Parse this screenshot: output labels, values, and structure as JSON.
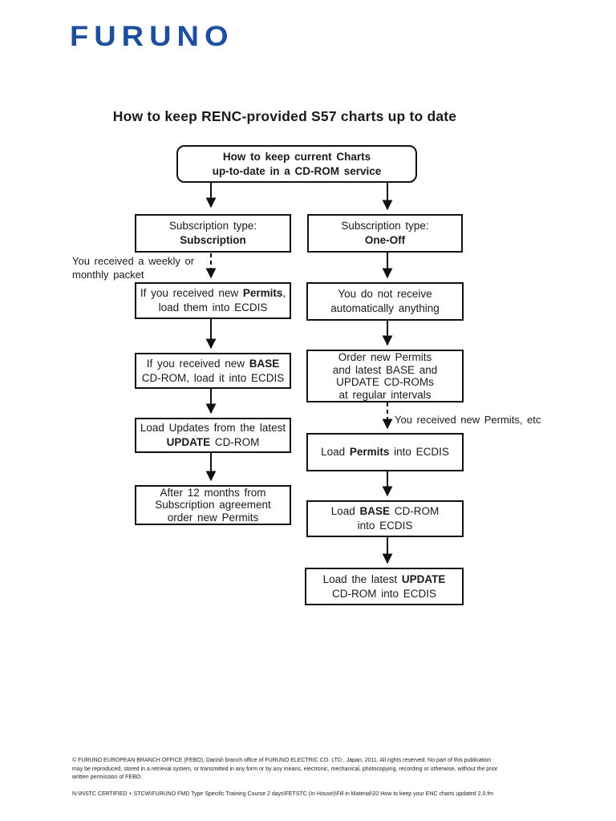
{
  "page": {
    "logo": "FURUNO",
    "logo_color": "#1d4f9e",
    "title": "How to keep RENC-provided S57 charts up to date",
    "footer_copyright": "© FURUNO EUROPEAN BRANCH OFFICE (FEBO), Danish branch office of FURUNO ELECTRIC CO. LTD., Japan, 2011. All rights reserved. No part of this publication\nmay be reproduced, stored in a retrieval system, or transmitted in any form or by any means, electronic, mechanical, photocopying, recording or otherwise, without the prior\nwritten permission of FEBO.",
    "footer_path": "N:\\INSTC CERTIFIED + STCW\\FURUNO FMD Type Specific Training Course 2 days\\FETSTC (In House)\\Fill in Material\\32 How to keep your ENC charts updated 2.0.fm"
  },
  "flowchart": {
    "boxes": {
      "root": {
        "segments": [
          {
            "t": "How to keep current Charts\nup-to-date in a CD-ROM service",
            "b": true
          }
        ]
      },
      "sub_type_subscription": {
        "segments": [
          {
            "t": "Subscription type:\n",
            "b": false
          },
          {
            "t": "Subscription",
            "b": true
          }
        ]
      },
      "sub_type_oneoff": {
        "segments": [
          {
            "t": "Subscription type:\n",
            "b": false
          },
          {
            "t": "One-Off",
            "b": true
          }
        ]
      },
      "received_permits": {
        "segments": [
          {
            "t": "If you received new ",
            "b": false
          },
          {
            "t": "Permits",
            "b": true
          },
          {
            "t": ",\nload them into ECDIS",
            "b": false
          }
        ]
      },
      "not_receive": {
        "segments": [
          {
            "t": "You do not receive\nautomatically anything",
            "b": false
          }
        ]
      },
      "received_base": {
        "segments": [
          {
            "t": "If you received new ",
            "b": false
          },
          {
            "t": "BASE",
            "b": true
          },
          {
            "t": "\nCD-ROM, load it into ECDIS",
            "b": false
          }
        ]
      },
      "order_new": {
        "segments": [
          {
            "t": "Order new Permits\nand latest BASE and\nUPDATE CD-ROMs\nat regular intervals",
            "b": false
          }
        ]
      },
      "load_updates": {
        "segments": [
          {
            "t": "Load Updates from the latest\n",
            "b": false
          },
          {
            "t": "UPDATE",
            "b": true
          },
          {
            "t": " CD-ROM",
            "b": false
          }
        ]
      },
      "after_12_months": {
        "segments": [
          {
            "t": "After 12 months from\nSubscription agreement\norder new Permits",
            "b": false
          }
        ]
      },
      "load_permits": {
        "segments": [
          {
            "t": "Load ",
            "b": false
          },
          {
            "t": "Permits",
            "b": true
          },
          {
            "t": " into ECDIS",
            "b": false
          }
        ]
      },
      "load_base": {
        "segments": [
          {
            "t": "Load ",
            "b": false
          },
          {
            "t": "BASE",
            "b": true
          },
          {
            "t": " CD-ROM\ninto ECDIS",
            "b": false
          }
        ]
      },
      "load_update_cdrom": {
        "segments": [
          {
            "t": "Load the latest ",
            "b": false
          },
          {
            "t": "UPDATE",
            "b": true
          },
          {
            "t": "\nCD-ROM into ECDIS",
            "b": false
          }
        ]
      }
    },
    "annotations": {
      "weekly_packet": "You received a weekly or\nmonthly packet",
      "received_new_permits": "You received new Permits, etc"
    }
  }
}
